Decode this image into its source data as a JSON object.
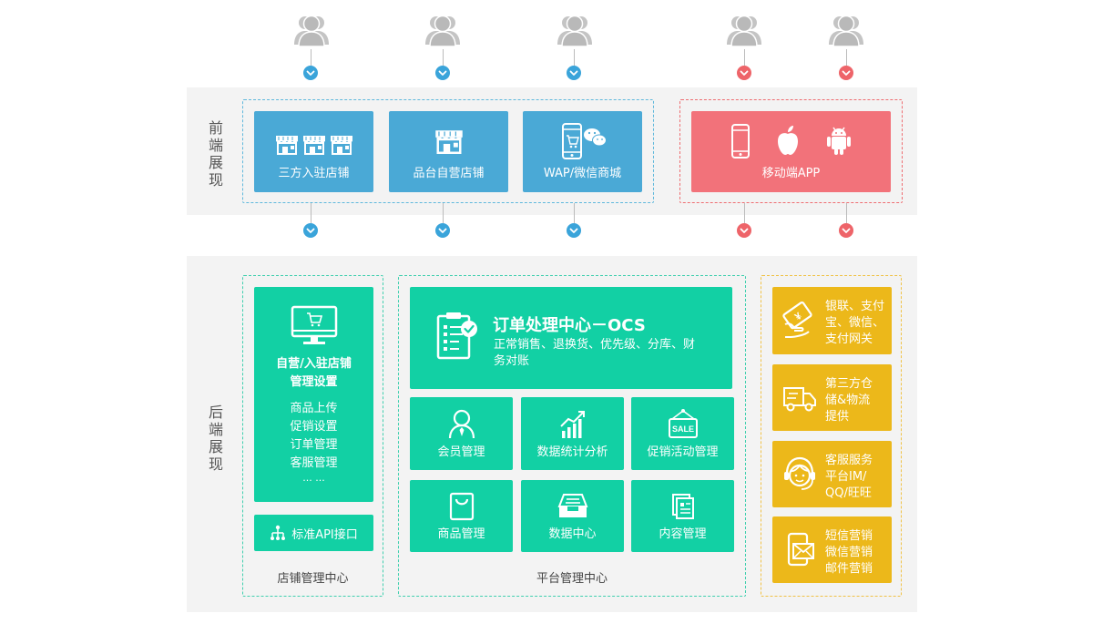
{
  "front": {
    "label": "前端展现",
    "cards": [
      {
        "label": "三方入驻店铺"
      },
      {
        "label": "品台自营店铺"
      },
      {
        "label": "WAP/微信商城"
      },
      {
        "label": "移动端APP"
      }
    ]
  },
  "back": {
    "label": "后端展现",
    "store": {
      "title_1": "自营/入驻店铺",
      "title_2": "管理设置",
      "items": [
        "商品上传",
        "促销设置",
        "订单管理",
        "客服管理",
        "... ..."
      ],
      "api_label": "标准API接口",
      "caption": "店铺管理中心"
    },
    "platform": {
      "ocs_title": "订单处理中心－OCS",
      "ocs_desc_1": "正常销售、退换货、优先级、分库、财",
      "ocs_desc_2": "务对账",
      "modules": [
        {
          "label": "会员管理",
          "icon": "member-icon"
        },
        {
          "label": "数据统计分析",
          "icon": "chart-icon"
        },
        {
          "label": "促销活动管理",
          "icon": "sale-tag-icon"
        },
        {
          "label": "商品管理",
          "icon": "bag-icon"
        },
        {
          "label": "数据中心",
          "icon": "inbox-icon"
        },
        {
          "label": "内容管理",
          "icon": "document-icon"
        }
      ],
      "caption": "平台管理中心"
    },
    "services": [
      {
        "lines": [
          "银联、支付",
          "宝、微信、",
          "支付网关"
        ],
        "icon": "payment-card-icon"
      },
      {
        "lines": [
          "第三方仓",
          "储&物流",
          "提供"
        ],
        "icon": "truck-icon"
      },
      {
        "lines": [
          "客服服务",
          "平台IM/",
          "QQ/旺旺"
        ],
        "icon": "headset-icon"
      },
      {
        "lines": [
          "短信营销",
          "微信营销",
          "邮件营销"
        ],
        "icon": "mail-phone-icon"
      }
    ]
  },
  "colors": {
    "blue": "#4aa9d6",
    "red": "#f2727a",
    "teal": "#12d0a4",
    "gold": "#ecb81a",
    "panel": "#f3f3f3"
  }
}
